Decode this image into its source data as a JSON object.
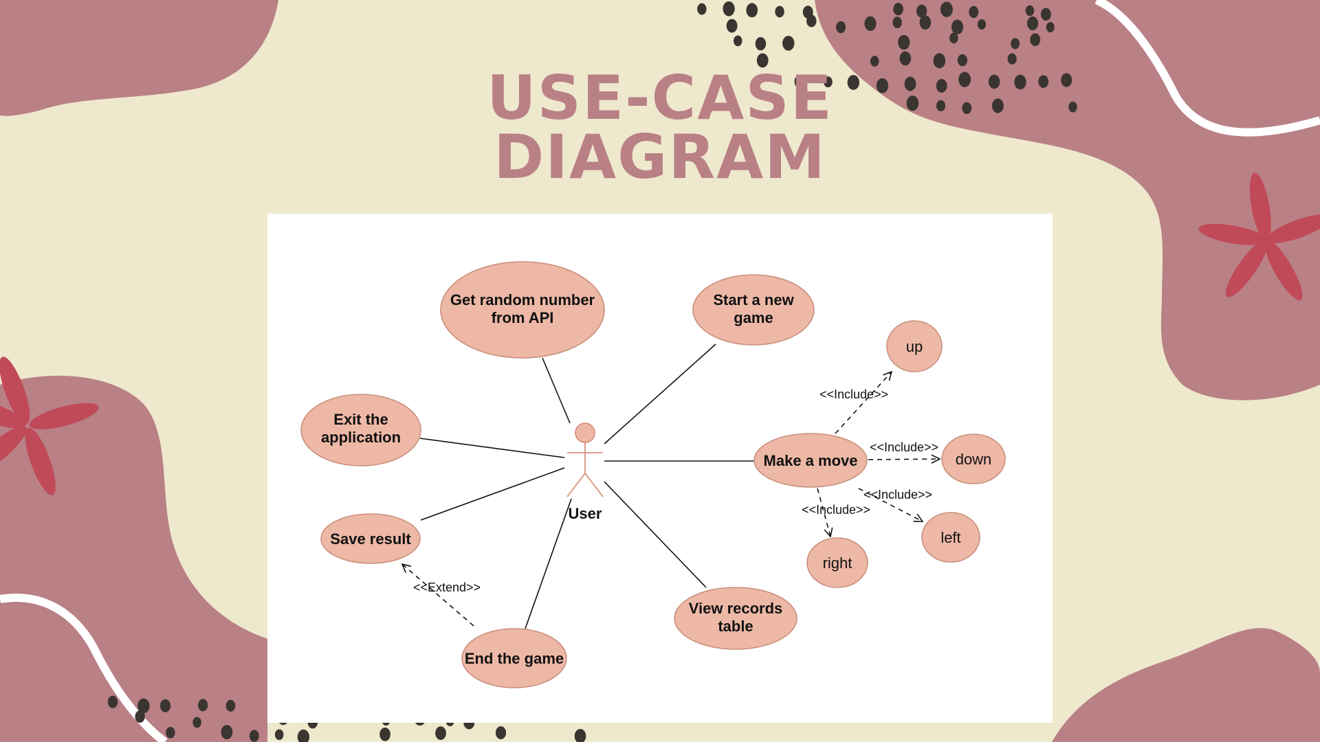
{
  "title": {
    "line1": "USE-CASE",
    "line2": "DIAGRAM"
  },
  "colors": {
    "background": "#EEE8CC",
    "blob": "#B98086",
    "flower": "#C04A58",
    "dots": "#3A3530",
    "title": "#B98086",
    "usecase_fill": "#EDB8A6",
    "usecase_stroke": "#C98F7C",
    "actor": "#D8907C"
  },
  "diagram": {
    "actor": {
      "label": "User"
    },
    "usecases": {
      "get_random": {
        "line1": "Get random number",
        "line2": "from API"
      },
      "start_game": {
        "line1": "Start a new",
        "line2": "game"
      },
      "exit_app": {
        "line1": "Exit the",
        "line2": "application"
      },
      "save_result": {
        "line1": "Save result"
      },
      "end_game": {
        "line1": "End the game"
      },
      "view_records": {
        "line1": "View records",
        "line2": "table"
      },
      "make_move": {
        "line1": "Make a move"
      },
      "up": {
        "line1": "up"
      },
      "down": {
        "line1": "down"
      },
      "left": {
        "line1": "left"
      },
      "right": {
        "line1": "right"
      }
    },
    "relations": {
      "include_up": "<<Include>>",
      "include_down": "<<Include>>",
      "include_left": "<<Include>>",
      "include_right": "<<Include>>",
      "extend_save": "<<Extend>>"
    }
  }
}
